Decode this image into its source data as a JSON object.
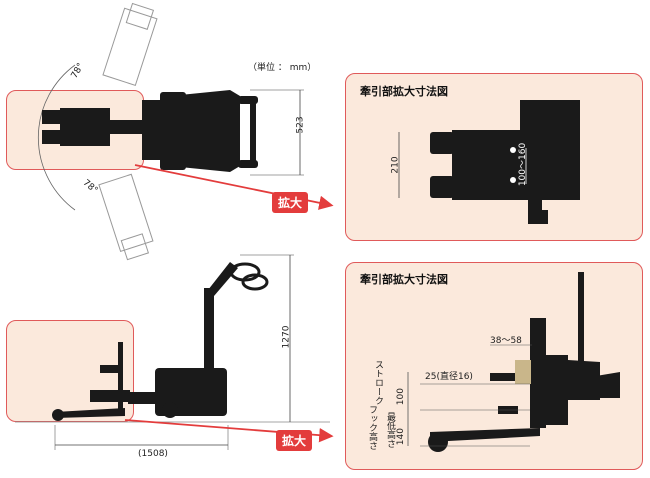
{
  "top": {
    "unit_note": "（単位 ： mm）",
    "angle_top": "78°",
    "angle_bottom": "78°",
    "height_dim": "523",
    "zoom_label": "拡大",
    "detail_title": "牽引部拡大寸法図",
    "detail_dim_left": "210",
    "detail_dim_inner": "100～160"
  },
  "bottom": {
    "height_dim": "1270",
    "length_dim": "(1508)",
    "zoom_label": "拡大",
    "detail_title": "牽引部拡大寸法図",
    "dim_38_58": "38～58",
    "dim_25": "25(直径16)",
    "label_stroke": "ストローク",
    "dim_100": "100",
    "label_min_height": "最低高さ",
    "label_hook_height": "フック高さ",
    "dim_140": "140"
  },
  "colors": {
    "accent_red": "#e33c3c",
    "panel_fill": "#fbe9dc",
    "machine": "#1a1a1a"
  }
}
